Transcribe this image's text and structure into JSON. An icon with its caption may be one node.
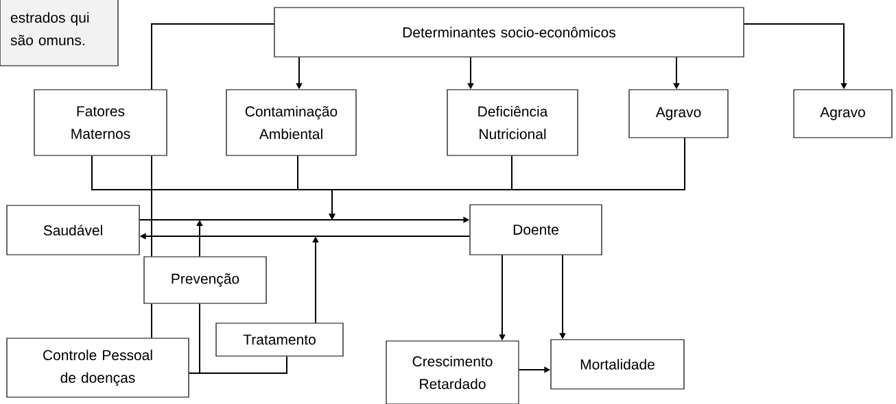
{
  "diagram": {
    "nodes": [
      {
        "text": [
          "estrados qui são omuns."
        ]
      },
      {
        "text": [
          "Determinantes socio-econômicos"
        ]
      },
      {
        "text": [
          "Fatores Maternos"
        ]
      },
      {
        "text": [
          "Contaminação Ambiental"
        ]
      },
      {
        "text": [
          "Deficiência Nutricional"
        ]
      },
      {
        "text": [
          "Agravo"
        ]
      },
      {
        "text": [
          "Agravo"
        ]
      },
      {
        "text": [
          "Saudável"
        ]
      },
      {
        "text": [
          "Doente"
        ]
      },
      {
        "text": [
          "Prevenção"
        ]
      },
      {
        "text": [
          "Tratamento"
        ]
      },
      {
        "text": [
          "Controle Pessoal de doenças"
        ]
      },
      {
        "text": [
          "Crescimento Retardado"
        ]
      },
      {
        "text": [
          "Mortalidade"
        ]
      }
    ],
    "edges": [
      {
        "from": 1,
        "to": 3,
        "arrow": "to"
      },
      {
        "from": 1,
        "to": 4,
        "arrow": "to"
      },
      {
        "from": 1,
        "to": 5,
        "arrow": "to"
      },
      {
        "from": 1,
        "to": 6,
        "arrow": "to"
      },
      {
        "from": 1,
        "to": 2,
        "arrow": "none"
      },
      {
        "from": 2,
        "to": 9,
        "arrow": "none"
      },
      {
        "from": 9,
        "to": 11,
        "arrow": "none"
      },
      {
        "from": 2,
        "to": null,
        "arrow": "to"
      },
      {
        "from": 3,
        "to": null,
        "arrow": "to"
      },
      {
        "from": 4,
        "to": null,
        "arrow": "to"
      },
      {
        "from": 5,
        "to": null,
        "arrow": "to"
      },
      {
        "from": 7,
        "to": 8,
        "arrow": "to"
      },
      {
        "from": 8,
        "to": 7,
        "arrow": "to"
      },
      {
        "from": 9,
        "to": null,
        "arrow": "to"
      },
      {
        "from": 10,
        "to": null,
        "arrow": "to"
      },
      {
        "from": 11,
        "to": 9,
        "arrow": "none"
      },
      {
        "from": 11,
        "to": 10,
        "arrow": "none"
      },
      {
        "from": 8,
        "to": 12,
        "arrow": "to"
      },
      {
        "from": 8,
        "to": 13,
        "arrow": "to"
      },
      {
        "from": 12,
        "to": 13,
        "arrow": "to"
      }
    ]
  }
}
